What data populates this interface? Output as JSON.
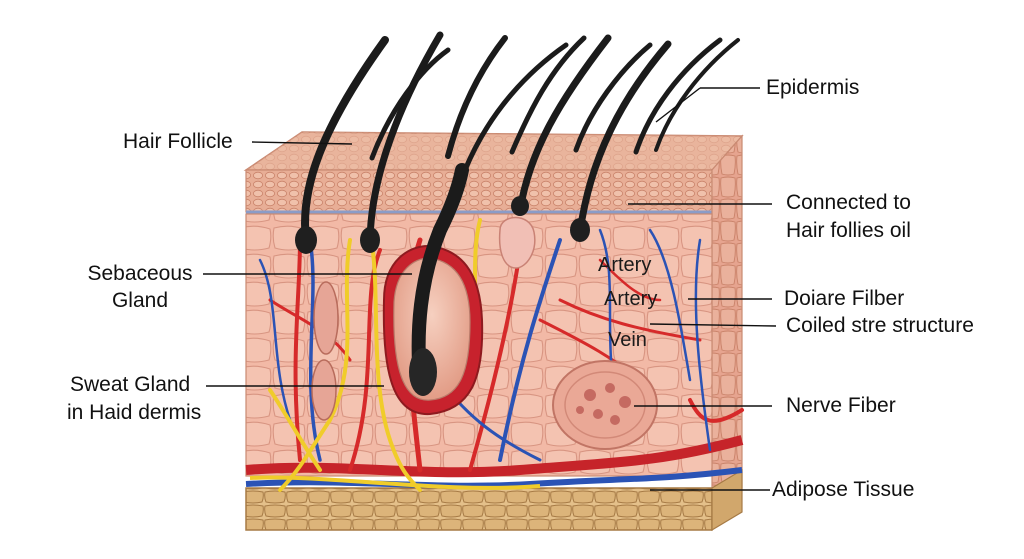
{
  "labels": {
    "hair_follicle": "Hair Follicle",
    "epidermis": "Epidermis",
    "connected_line1": "Connected to",
    "connected_line2": "Hair follies oil",
    "sebaceous_line1": "Sebaceous",
    "sebaceous_line2": "Gland",
    "sweat_line1": "Sweat Gland",
    "sweat_line2": "in Haid dermis",
    "doiare_fiber": "Doiare Filber",
    "coiled": "Coiled stre structure",
    "nerve_fiber": "Nerve Fiber",
    "adipose": "Adipose Tissue"
  },
  "inner_labels": {
    "artery1": "Artery",
    "artery2": "Artery",
    "vein": "Vein"
  },
  "colors": {
    "skin_surface": "#e9b8a0",
    "epidermis_cells": "#d99a82",
    "dermis": "#f2b9a6",
    "dermis_cell_lines": "#d38d77",
    "artery": "#d62a2a",
    "vein": "#2b53b5",
    "nerve": "#f0cc2a",
    "hair": "#1b1b1b",
    "adipose": "#d9b27a",
    "adipose_lines": "#a67a45",
    "leader_line": "#111111"
  }
}
